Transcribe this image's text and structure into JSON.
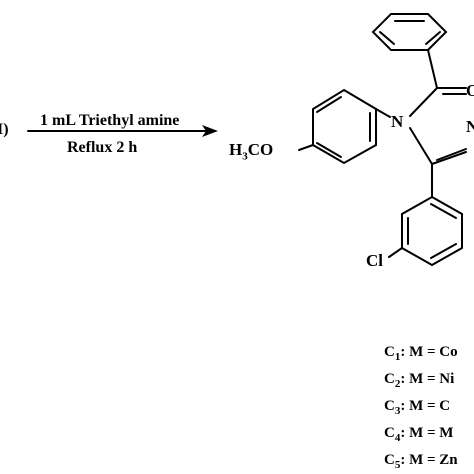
{
  "reagent_fragment": "I)",
  "conditions": {
    "above_arrow": "1 mL Triethyl amine",
    "below_arrow": "Reflux 2 h"
  },
  "atoms": {
    "methoxy_h": "H",
    "methoxy_sub": "3",
    "methoxy_rest": "CO",
    "nitrogen_1": "N",
    "nitrogen_2_partial": "N",
    "oxygen_partial": "O",
    "chlorine": "Cl"
  },
  "legend": [
    {
      "c": "C",
      "n": "1",
      "text": ": M = Co"
    },
    {
      "c": "C",
      "n": "2",
      "text": ": M = Ni"
    },
    {
      "c": "C",
      "n": "3",
      "text": ": M = C"
    },
    {
      "c": "C",
      "n": "4",
      "text": ": M = M"
    },
    {
      "c": "C",
      "n": "5",
      "text": ": M = Zn"
    }
  ]
}
